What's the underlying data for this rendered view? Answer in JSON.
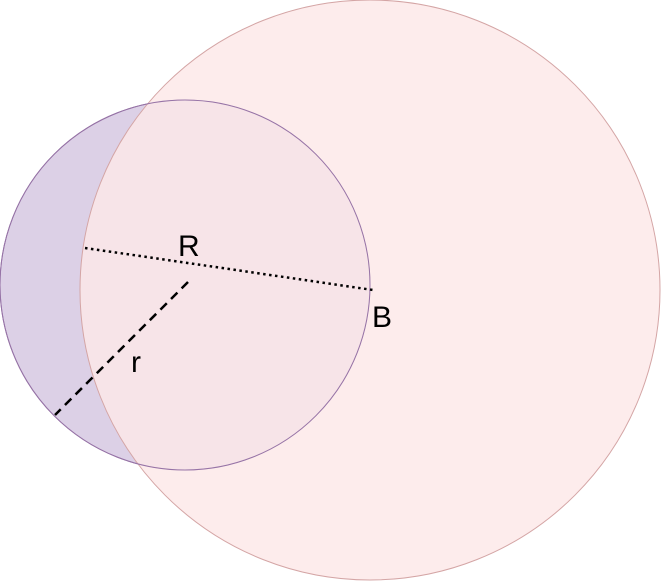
{
  "diagram": {
    "labels": {
      "big_radius": "R",
      "small_radius": "r",
      "point": "B"
    },
    "colors": {
      "large_circle_fill": "#fce8e8",
      "large_circle_stroke": "#d4a5a5",
      "small_circle_fill": "#dcd0e6",
      "small_circle_stroke": "#9673a6",
      "line_color": "#000000"
    }
  }
}
